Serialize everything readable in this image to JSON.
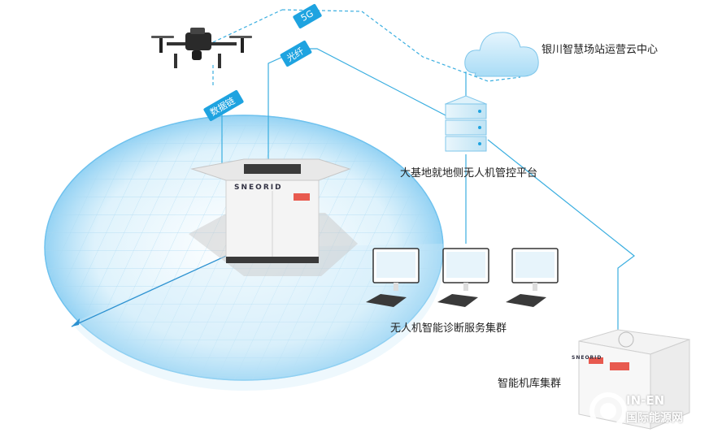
{
  "labels": {
    "cloud_center": "银川智慧场站运营云中心",
    "control_platform": "大基地就地侧无人机管控平台",
    "diagnosis_cluster": "无人机智能诊断服务集群",
    "hangar_cluster": "智能机库集群"
  },
  "tags": {
    "wireless": "5G",
    "fiber": "光纤",
    "datalink": "数据链"
  },
  "device": {
    "brand": "SNEORID",
    "small_brand": "SNEORID"
  },
  "watermark": {
    "line1": "IN-EN",
    "line2": "国际能源网"
  },
  "colors": {
    "line": "#3aaee0",
    "tag_bg": "#1ea3e0",
    "coverage": "#bfe6fa"
  }
}
